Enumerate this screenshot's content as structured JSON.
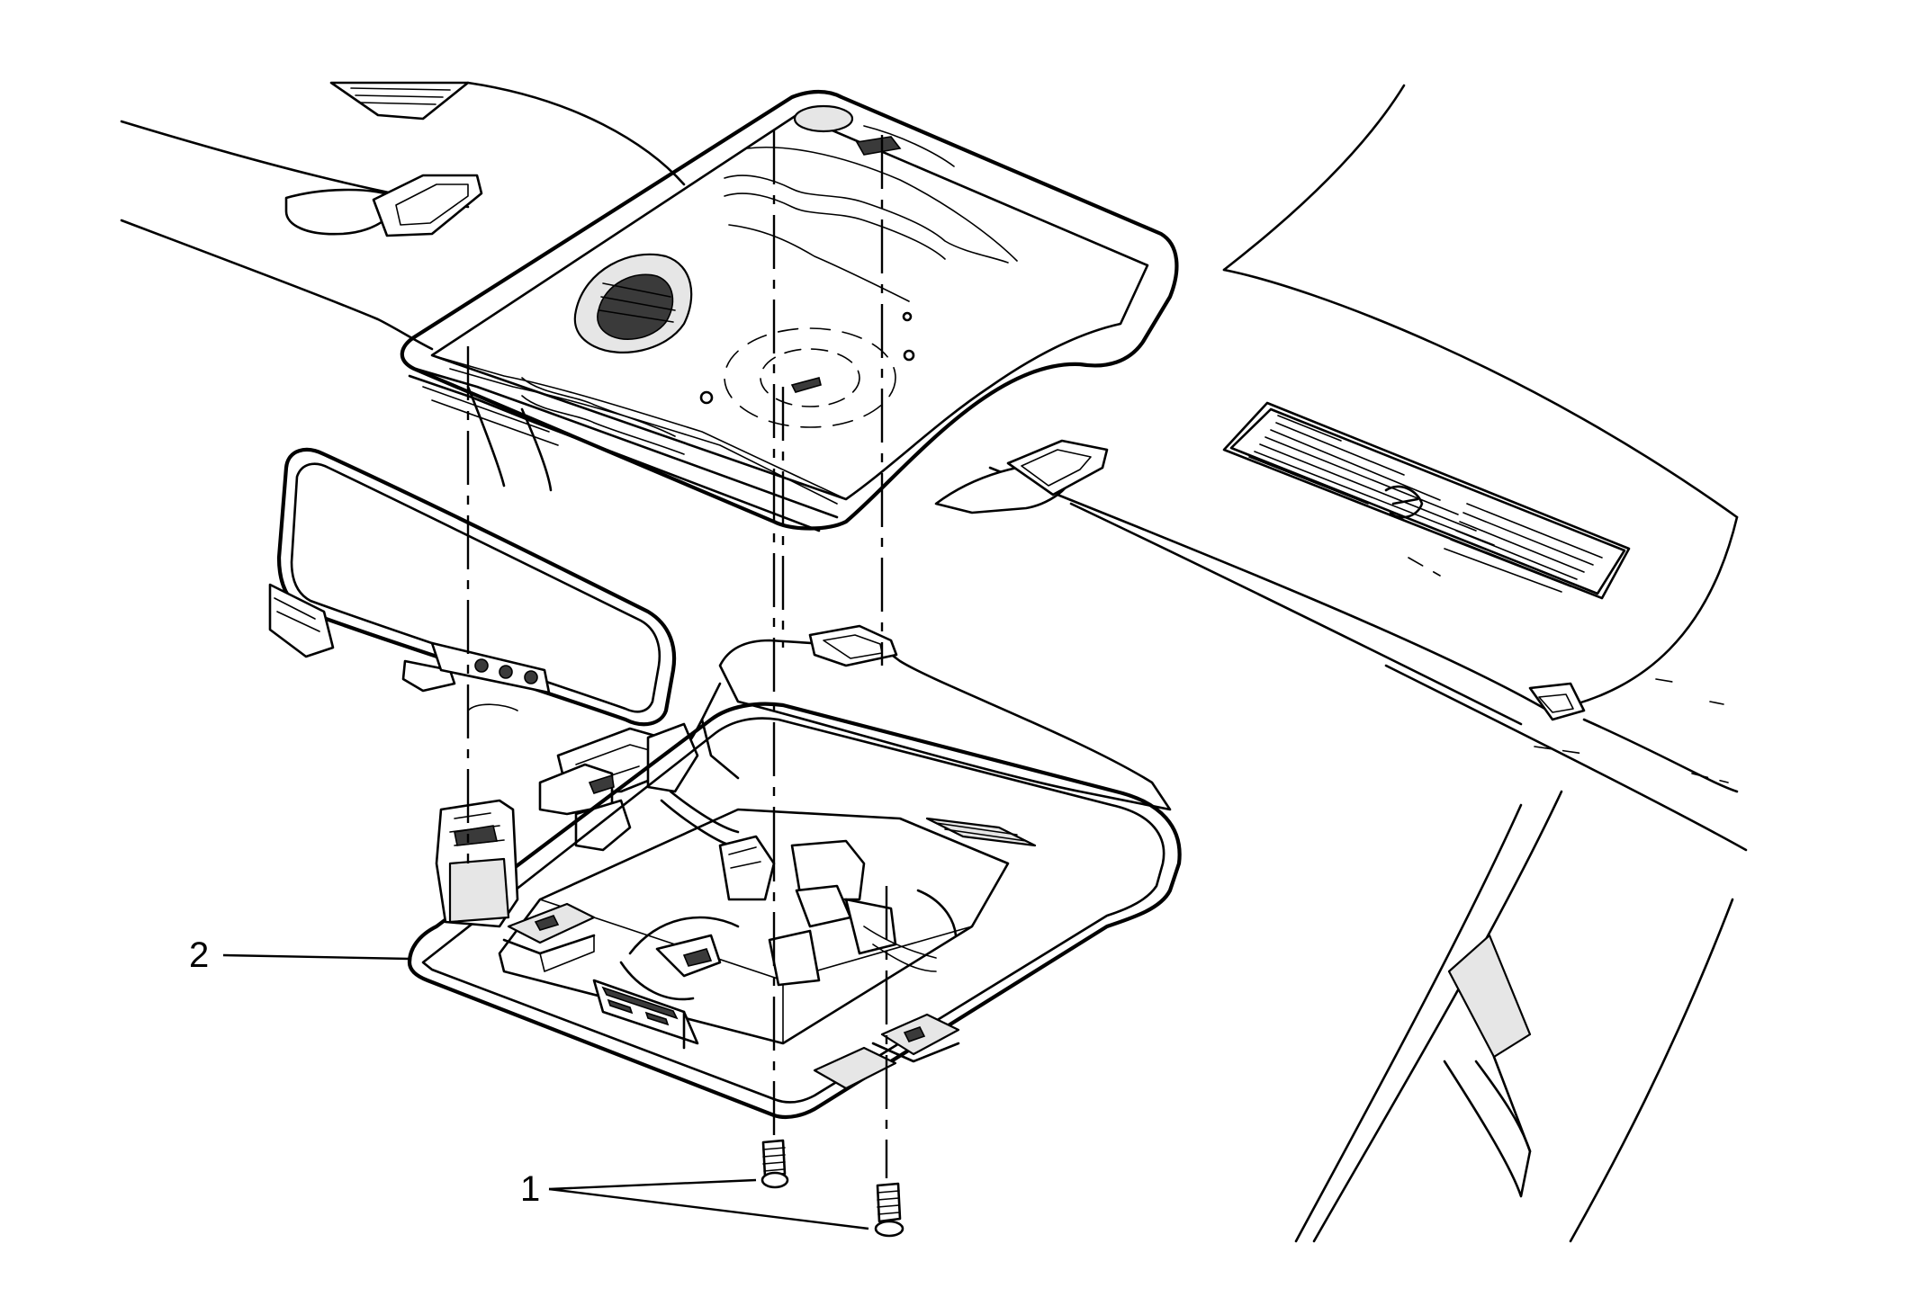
{
  "callouts": [
    {
      "id": "1",
      "label": "1"
    },
    {
      "id": "2",
      "label": "2"
    }
  ],
  "colors": {
    "ink": "#000000",
    "background": "#ffffff",
    "shade": "#e6e6e6"
  }
}
